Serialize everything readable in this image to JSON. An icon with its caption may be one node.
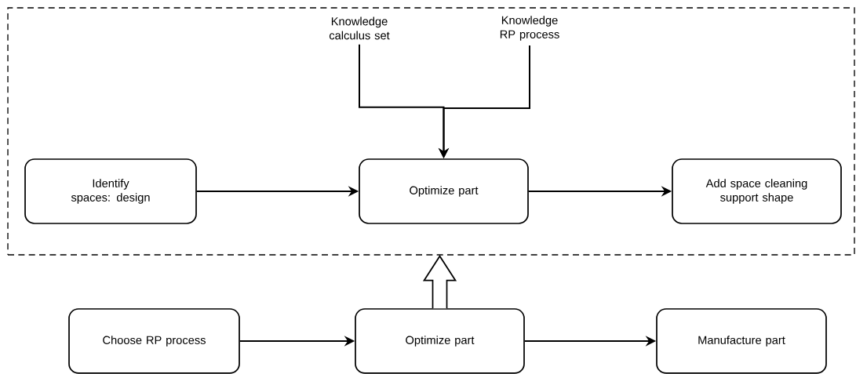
{
  "diagram": {
    "nodes": [
      {
        "text": [],
        "shape": "box"
      },
      {
        "text": [
          "Knowledge calculus set"
        ],
        "in": 0
      },
      {
        "text": [
          "Knowledge RP process"
        ],
        "in": 0
      },
      {
        "text": [
          "Identify spaces: design"
        ],
        "in": 0
      },
      {
        "text": [
          "Optimize part"
        ],
        "in": 0
      },
      {
        "text": [
          "Add space cleaning support shape"
        ],
        "in": 0
      },
      {
        "text": [
          "Choose RP process"
        ]
      },
      {
        "text": [
          "Optimize part"
        ]
      },
      {
        "text": [
          "Manufacture part"
        ]
      }
    ],
    "edges": [
      {
        "from": 1,
        "to": 4,
        "arrow": "to"
      },
      {
        "from": 2,
        "to": 4,
        "arrow": "to"
      },
      {
        "from": 3,
        "to": 4,
        "arrow": "to"
      },
      {
        "from": 4,
        "to": 5,
        "arrow": "to"
      },
      {
        "from": 6,
        "to": 7,
        "arrow": "to"
      },
      {
        "from": 7,
        "to": 8,
        "arrow": "to"
      },
      {
        "from": 7,
        "to": 0,
        "arrow": "to",
        "style": "thick"
      }
    ]
  }
}
